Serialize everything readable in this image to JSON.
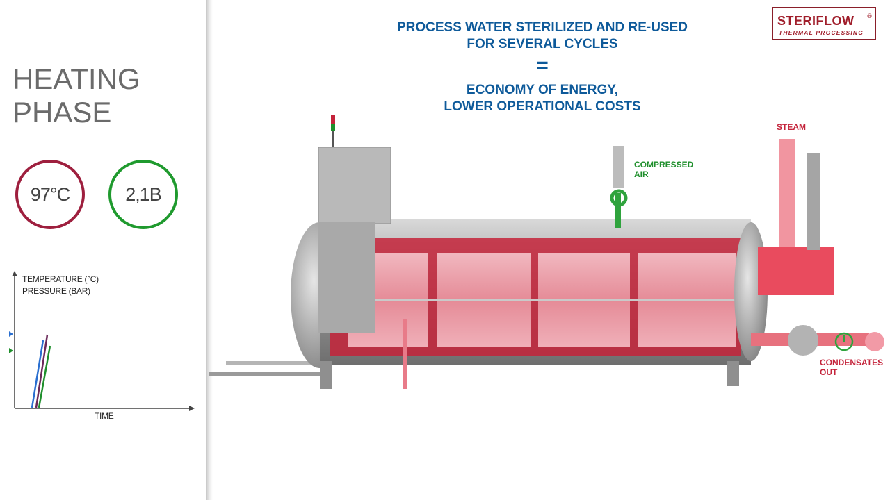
{
  "phase": {
    "title_line1": "HEATING",
    "title_line2": "PHASE"
  },
  "gauges": {
    "temperature": {
      "value": "97°C",
      "color": "#9e1f3e"
    },
    "pressure": {
      "value": "2,1B",
      "color": "#1f9a2e"
    }
  },
  "chart": {
    "ylabel_line1": "TEMPERATURE (°C)",
    "ylabel_line2": "PRESSURE (BAR)",
    "xlabel": "TIME",
    "series_colors": {
      "temperature": "#6b2a5a",
      "pressure": "#1f8f2c",
      "setpoint": "#2a6fd0"
    }
  },
  "header": {
    "line1": "PROCESS WATER STERILIZED AND RE-USED",
    "line2": "FOR SEVERAL CYCLES",
    "equals": "=",
    "line3": "ECONOMY OF ENERGY,",
    "line4": "LOWER OPERATIONAL COSTS"
  },
  "logo": {
    "name": "STERIFLOW",
    "reg": "®",
    "subtitle": "THERMAL PROCESSING"
  },
  "labels": {
    "compressed_air_1": "COMPRESSED",
    "compressed_air_2": "AIR",
    "steam": "STEAM",
    "condensates_1": "CONDENSATES",
    "condensates_2": "OUT"
  },
  "colors": {
    "accent_blue": "#0e5a9a",
    "steam_red": "#c4233a",
    "air_green": "#1f8f2c"
  }
}
